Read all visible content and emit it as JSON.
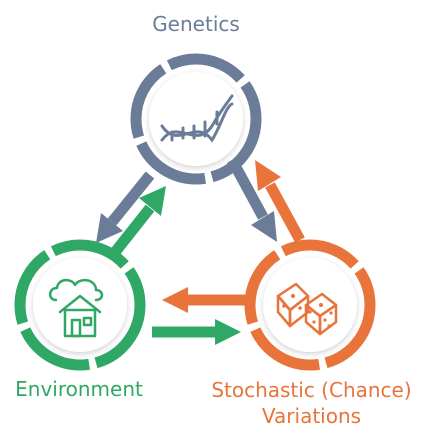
{
  "nodes": {
    "genetics": {
      "label": "Genetics",
      "color": "#6b7c98",
      "icon": "dna-icon"
    },
    "environment": {
      "label": "Environment",
      "color": "#2fa866",
      "icon": "house-cloud-icon"
    },
    "stochastic": {
      "label_line1": "Stochastic (Chance)",
      "label_line2": "Variations",
      "color": "#e8743b",
      "icon": "dice-icon"
    }
  }
}
